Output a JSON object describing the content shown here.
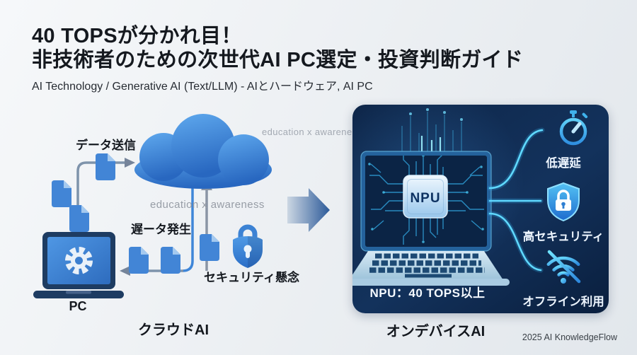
{
  "header": {
    "title_line1": "40 TOPSが分かれ目！",
    "title_line2": "非技術者のための次世代AI PC選定・投資判断ガイド",
    "subtitle": "AI Technology / Generative AI (Text/LLM) - AIとハードウェア, AI PC"
  },
  "watermark": {
    "text": "education x awareness"
  },
  "cloud_side": {
    "caption": "クラウドAI",
    "pc_label": "PC",
    "labels": {
      "data_send": "データ送信",
      "latency": "遅ータ発生",
      "security_concern": "セキュリティ懸念"
    }
  },
  "device_side": {
    "caption": "オンデバイスAI",
    "chip_label": "NPU",
    "spec_label": "NPU：40 TOPS以上",
    "benefits": [
      {
        "icon": "stopwatch-icon",
        "label": "低遅延"
      },
      {
        "icon": "shield-lock-icon",
        "label": "高セキュリティ"
      },
      {
        "icon": "wifi-off-icon",
        "label": "オフライン利用"
      }
    ]
  },
  "footer": {
    "credit": "2025 AI KnowledgeFlow"
  },
  "colors": {
    "background": "#eef1f4",
    "title_text": "#15191f",
    "cloud_blue_top": "#5fa9ee",
    "cloud_blue_bottom": "#2867c0",
    "document_blue": "#4285d6",
    "path_gray": "#7e93ab",
    "panel_navy": "#0e2649",
    "cyan_accent": "#5fd9ff",
    "arrow_gradient_end": "#2c5a99"
  }
}
